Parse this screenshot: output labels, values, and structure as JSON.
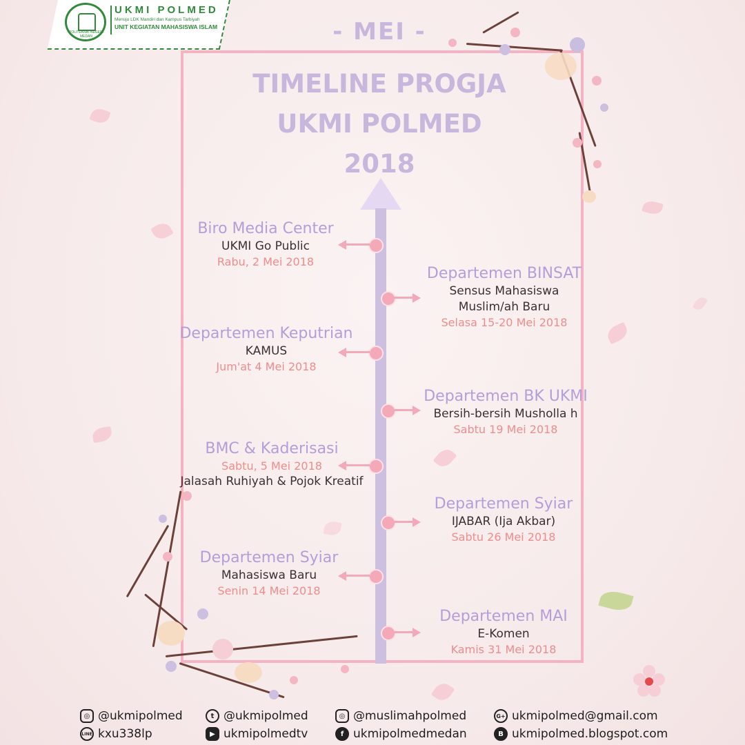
{
  "header": {
    "org_name": "UKMI POLMED",
    "tagline": "Menuju LDK Mandiri dan Kampus Tarbiyah",
    "org_full": "UNIT KEGIATAN MAHASISWA ISLAM",
    "logo_text": "POLITEKNIK NEGERI MEDAN"
  },
  "month": "- MEI -",
  "title": {
    "line1": "TIMELINE PROGJA",
    "line2": "UKMI POLMED",
    "line3": "2018"
  },
  "events": [
    {
      "dept": "Biro Media Center",
      "activity": "UKMI Go Public",
      "date": "Rabu, 2 Mei 2018"
    },
    {
      "dept": "Departemen BINSAT",
      "activity": "Sensus Mahasiswa",
      "activity2": "Muslim/ah Baru",
      "date": "Selasa 15-20 Mei 2018"
    },
    {
      "dept": "Departemen Keputrian",
      "activity": "KAMUS",
      "date": "Jum'at 4 Mei 2018"
    },
    {
      "dept": "Departemen BK UKMI",
      "activity": "Bersih-bersih Musholla h",
      "date": "Sabtu 19 Mei 2018"
    },
    {
      "dept": "BMC  & Kaderisasi",
      "date": "Sabtu, 5 Mei 2018",
      "activity": "Jalasah Ruhiyah & Pojok Kreatif"
    },
    {
      "dept": "Departemen Syiar",
      "activity": "IJABAR (Ija Akbar)",
      "date": "Sabtu 26 Mei 2018"
    },
    {
      "dept": "Departemen Syiar",
      "activity": "Mahasiswa Baru",
      "date": "Senin 14 Mei 2018"
    },
    {
      "dept": "Departemen MAI",
      "activity": "E-Komen",
      "date": "Kamis 31 Mei 2018"
    }
  ],
  "footer": {
    "instagram": "@ukmipolmed",
    "line": "kxu338lp",
    "twitter": "@ukmipolmed",
    "youtube": "ukmipolmedtv",
    "instagram2": "@muslimahpolmed",
    "facebook": "ukmipolmedmedan",
    "gplus": "ukmipolmed@gmail.com",
    "blogger": "ukmipolmed.blogspot.com",
    "icons": {
      "instagram": "instagram-icon",
      "line": "line-icon",
      "twitter": "twitter-icon",
      "youtube": "youtube-icon",
      "facebook": "facebook-icon",
      "gplus": "google-plus-icon",
      "blogger": "blogger-icon"
    }
  },
  "colors": {
    "accent_purple": "#b59dd9",
    "accent_pink": "#f4a9b9",
    "date_red": "#ef8c8c",
    "badge_green": "#2f8a3a"
  }
}
